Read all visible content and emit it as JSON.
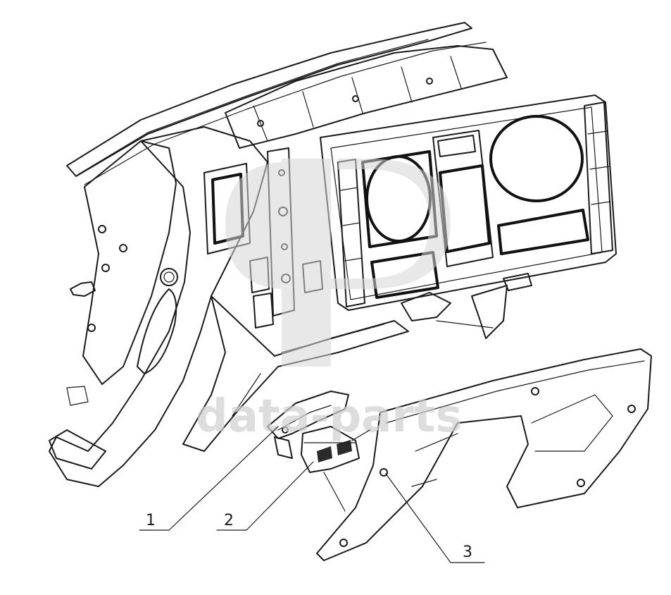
{
  "callouts": [
    {
      "number": "1"
    },
    {
      "number": "2"
    },
    {
      "number": "3"
    }
  ],
  "watermark": {
    "text": "data-parts",
    "color": "#cfcfcf"
  },
  "colors": {
    "ink": "#1a1a1a",
    "background": "#ffffff"
  }
}
